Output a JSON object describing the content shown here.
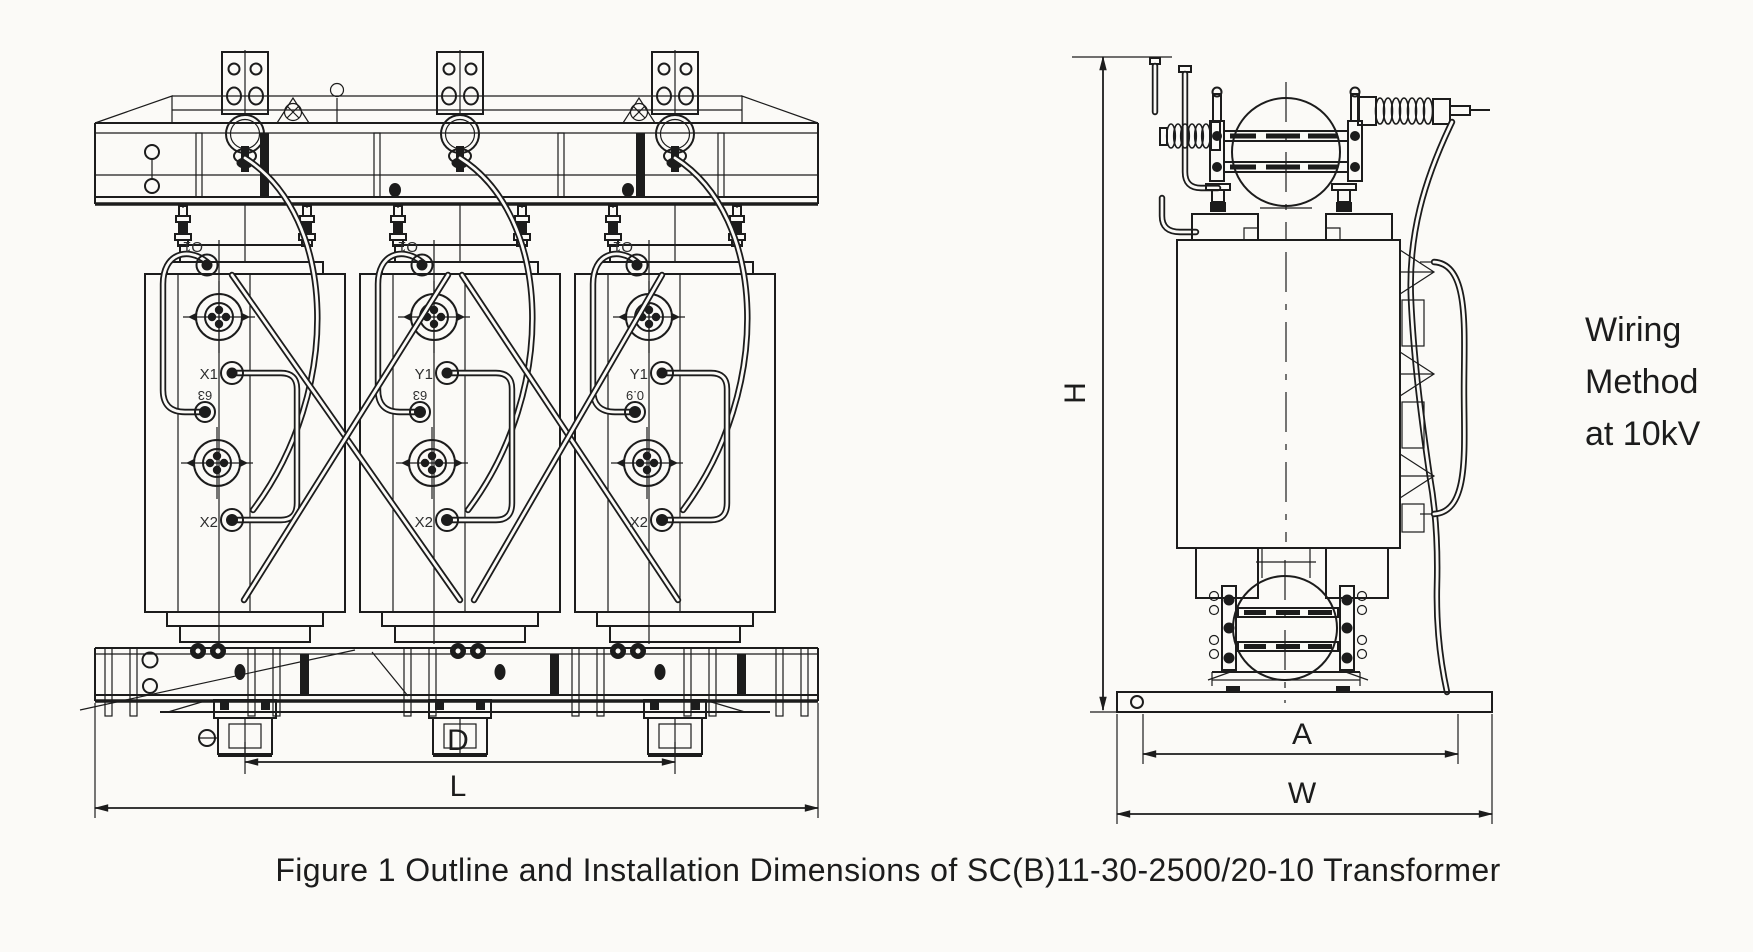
{
  "page": {
    "background": "#fbfaf7",
    "ink": "#1c1c1c",
    "label_ink": "#2e2e2e"
  },
  "caption": "Figure 1 Outline and Installation Dimensions of SC(B)11-30-2500/20-10 Transformer",
  "wiring_note": {
    "line1": "Wiring",
    "line2": "Method",
    "line3": "at 10kV"
  },
  "front_view": {
    "dimensions": {
      "base_span": "D",
      "overall_length": "L"
    },
    "coils": [
      {
        "top_terminal": "O1",
        "mid_terminal": "X1",
        "mid_sub": "63",
        "bottom_terminal": "X2"
      },
      {
        "top_terminal": "O1",
        "mid_terminal": "Y1",
        "mid_sub": "63",
        "bottom_terminal": "X2"
      },
      {
        "top_terminal": "O1",
        "mid_terminal": "Y1",
        "mid_sub": "0.9",
        "bottom_terminal": "X2"
      }
    ]
  },
  "side_view": {
    "dimensions": {
      "height": "H",
      "mounting_span": "A",
      "overall_width": "W"
    }
  }
}
